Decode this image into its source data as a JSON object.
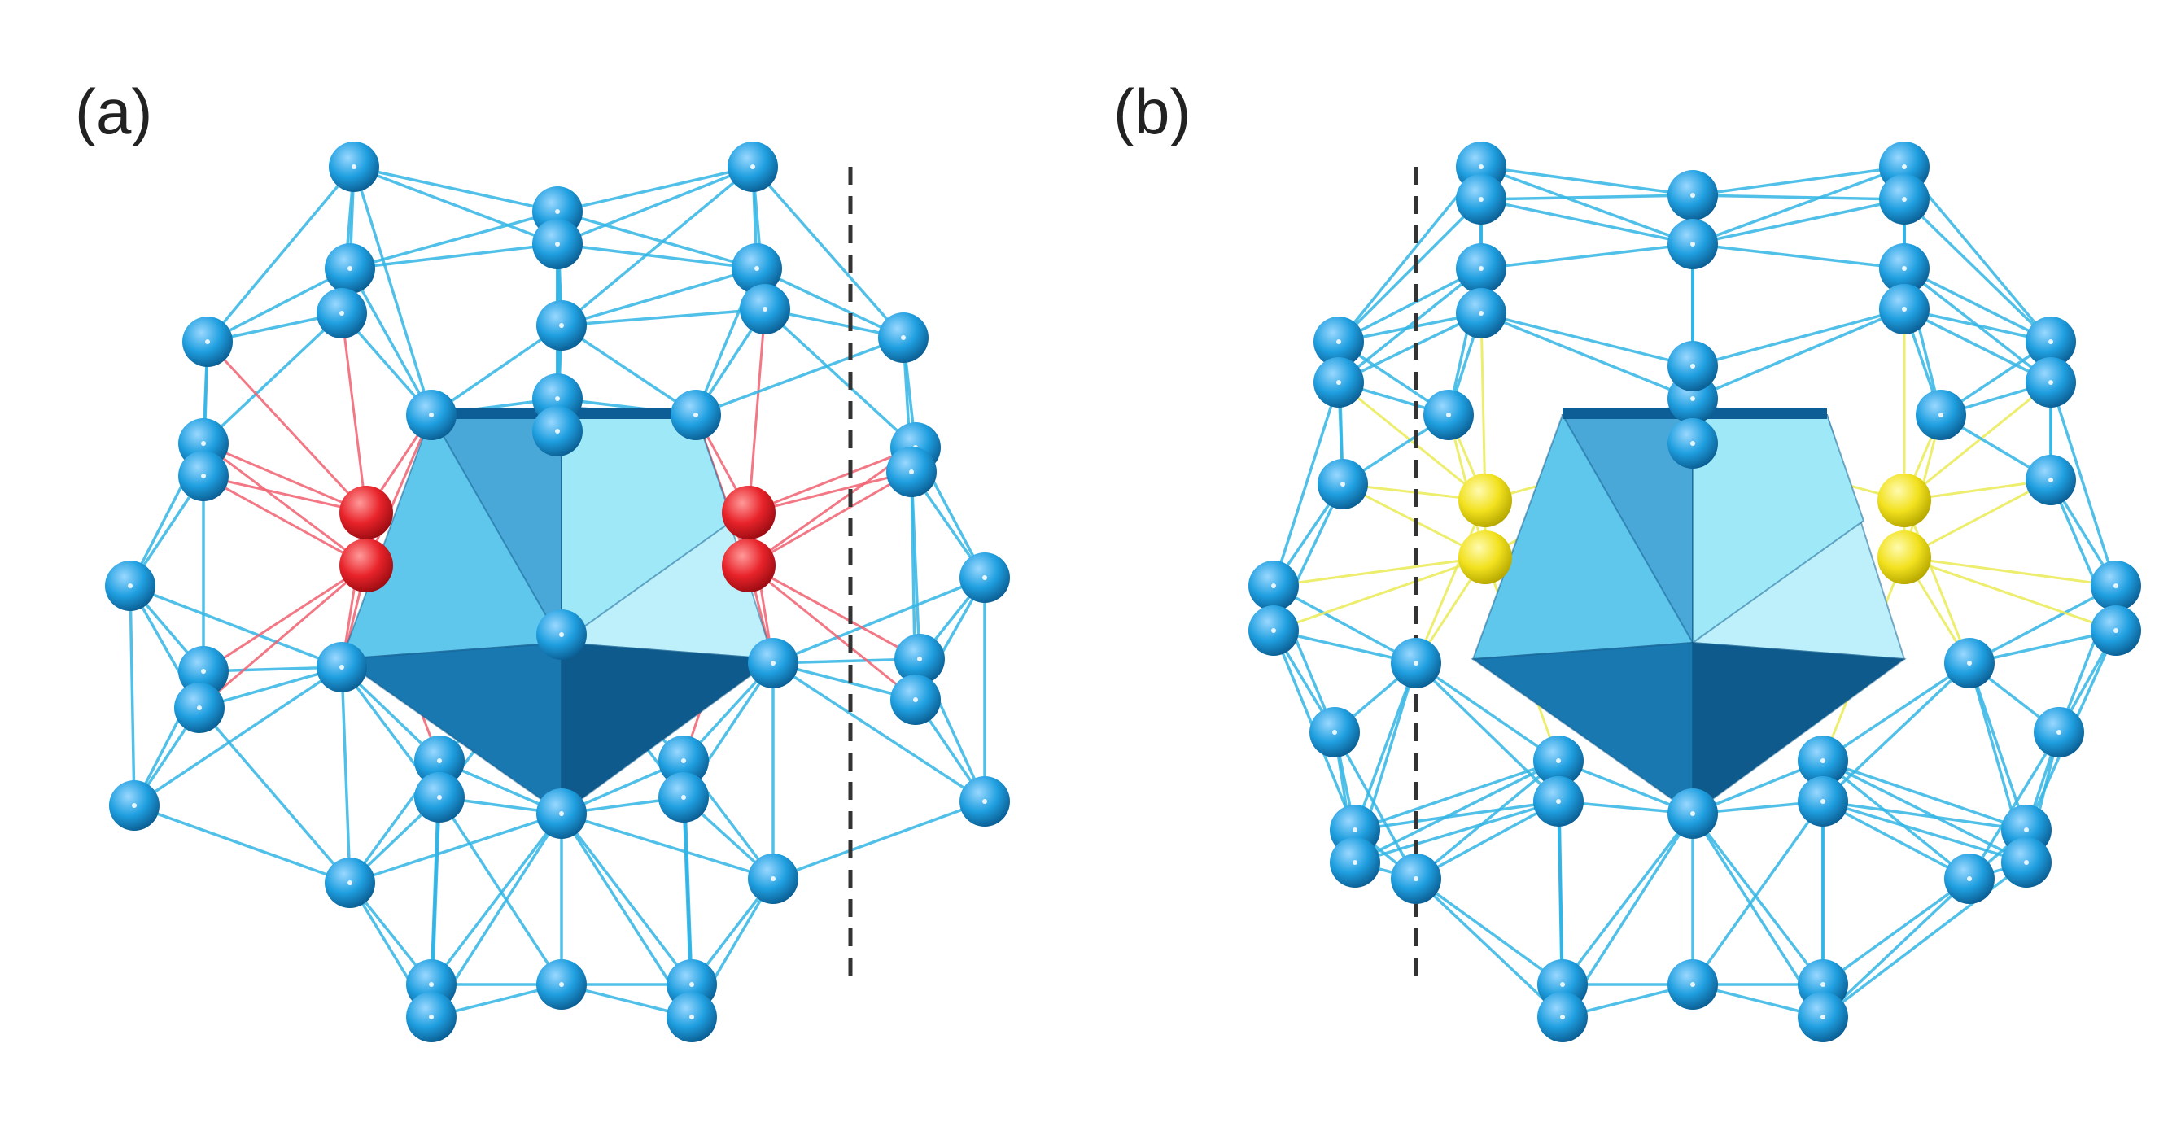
{
  "panels": [
    {
      "id": "a",
      "label": "(a)",
      "accent_atom_color": "#e8232a",
      "accent_bond_color": "#f06070"
    },
    {
      "id": "b",
      "label": "(b)",
      "accent_atom_color": "#f2e11e",
      "accent_bond_color": "#eaea55"
    }
  ],
  "colors": {
    "atom": "#1f9fe0",
    "atom_highlight": "#9ad8ff",
    "bond": "#33b5e5",
    "polyhedron_light": "#bdf0fb",
    "polyhedron_mid": "#5fc6ec",
    "polyhedron_dark": "#1a78b0",
    "polyhedron_darkest": "#0e5a8c",
    "mirror_line": "#333333"
  }
}
